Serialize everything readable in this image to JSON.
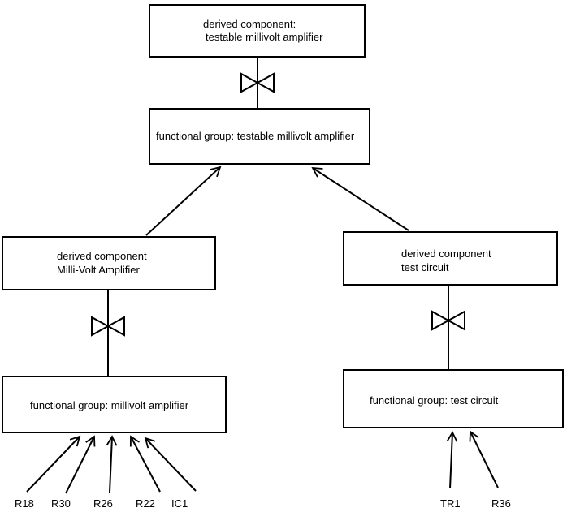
{
  "colors": {
    "ink": "#000000",
    "background": "#ffffff"
  },
  "nodes": {
    "derived_testable": {
      "line1": "derived component:",
      "line2": "testable millivolt amplifier"
    },
    "functional_testable": {
      "label": "functional group: testable millivolt amplifier"
    },
    "derived_millivolt": {
      "line1": "derived component",
      "line2": "Milli-Volt Amplifier"
    },
    "derived_test": {
      "line1": "derived component",
      "line2": "test circuit"
    },
    "functional_millivolt": {
      "label": "functional group: millivolt amplifier"
    },
    "functional_test": {
      "label": "functional group: test circuit"
    }
  },
  "components": {
    "millivolt_amplifier": [
      "R18",
      "R30",
      "R26",
      "R22",
      "IC1"
    ],
    "test_circuit": [
      "TR1",
      "R36"
    ]
  }
}
